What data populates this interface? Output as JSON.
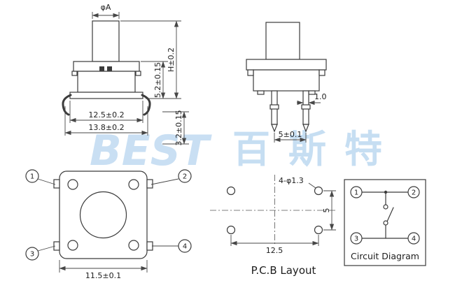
{
  "colors": {
    "line": "#3b3b3b",
    "watermark_blue": "#b9d6f0"
  },
  "watermark": {
    "latin": "BEST",
    "cjk": "百斯特"
  },
  "front_view": {
    "dim_cap_diameter": "φA",
    "dim_total_height": "H±0.2",
    "dim_body_height": "5.2±0.15",
    "dim_body_width": "12.5±0.2",
    "dim_base_width": "13.8±0.2",
    "dim_pin_length": "3.2±0.15"
  },
  "side_view": {
    "dim_pin_width": "1.0",
    "dim_pin_pitch": "5±0.1"
  },
  "top_view": {
    "dim_body_width": "11.5±0.1"
  },
  "pcb_layout": {
    "title": "P.C.B Layout",
    "dim_holes": "4-φ1.3",
    "dim_pitch_x": "12.5",
    "dim_pitch_y": "5"
  },
  "circuit": {
    "title": "Circuit Diagram"
  },
  "balloons": [
    "1",
    "2",
    "3",
    "4"
  ]
}
